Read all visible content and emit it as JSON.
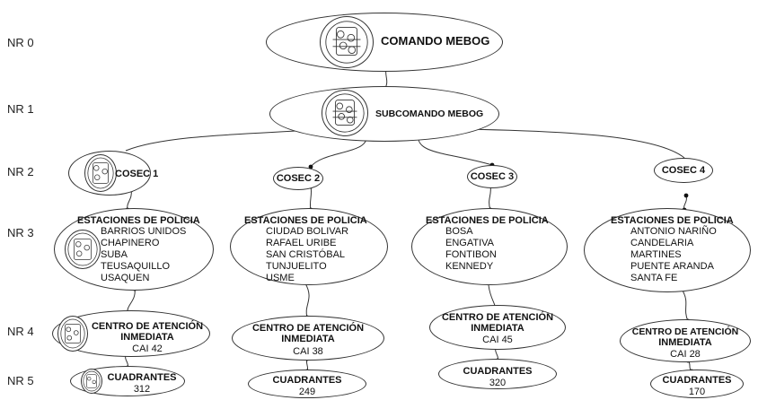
{
  "levels": [
    "NR 0",
    "NR 1",
    "NR 2",
    "NR 3",
    "NR 4",
    "NR 5"
  ],
  "root": {
    "title": "COMANDO MEBOG"
  },
  "sub": {
    "title": "SUBCOMANDO MEBOG"
  },
  "cosec": [
    {
      "title": "COSEC 1"
    },
    {
      "title": "COSEC 2"
    },
    {
      "title": "COSEC 3"
    },
    {
      "title": "COSEC 4"
    }
  ],
  "stations": [
    {
      "title": "ESTACIONES DE POLICIA",
      "items": [
        "BARRIOS UNIDOS",
        "CHAPINERO",
        "SUBA",
        "TEUSAQUILLO",
        "USAQUEN"
      ]
    },
    {
      "title": "ESTACIONES DE POLICIA",
      "items": [
        "CIUDAD BOLIVAR",
        "RAFAEL URIBE",
        "SAN CRISTÓBAL",
        "TUNJUELITO",
        "USME"
      ]
    },
    {
      "title": "ESTACIONES DE POLICIA",
      "items": [
        "BOSA",
        "ENGATIVA",
        "FONTIBON",
        "KENNEDY"
      ]
    },
    {
      "title": "ESTACIONES DE POLICIA",
      "items": [
        "ANTONIO NARIÑO",
        "CANDELARIA",
        "MARTINES",
        "PUENTE ARANDA",
        "SANTA FE"
      ]
    }
  ],
  "cai": [
    {
      "line1": "CENTRO DE ATENCIÓN",
      "line2": "INMEDIATA",
      "code": "CAI 42"
    },
    {
      "line1": "CENTRO DE ATENCIÓN",
      "line2": "INMEDIATA",
      "code": "CAI 38"
    },
    {
      "line1": "CENTRO DE ATENCIÓN",
      "line2": "INMEDIATA",
      "code": "CAI 45"
    },
    {
      "line1": "CENTRO DE ATENCIÓN",
      "line2": "INMEDIATA",
      "code": "CAI 28"
    }
  ],
  "quadrants": [
    {
      "title": "CUADRANTES",
      "count": "312"
    },
    {
      "title": "CUADRANTES",
      "count": "249"
    },
    {
      "title": "CUADRANTES",
      "count": "320"
    },
    {
      "title": "CUADRANTES",
      "count": "170"
    }
  ]
}
